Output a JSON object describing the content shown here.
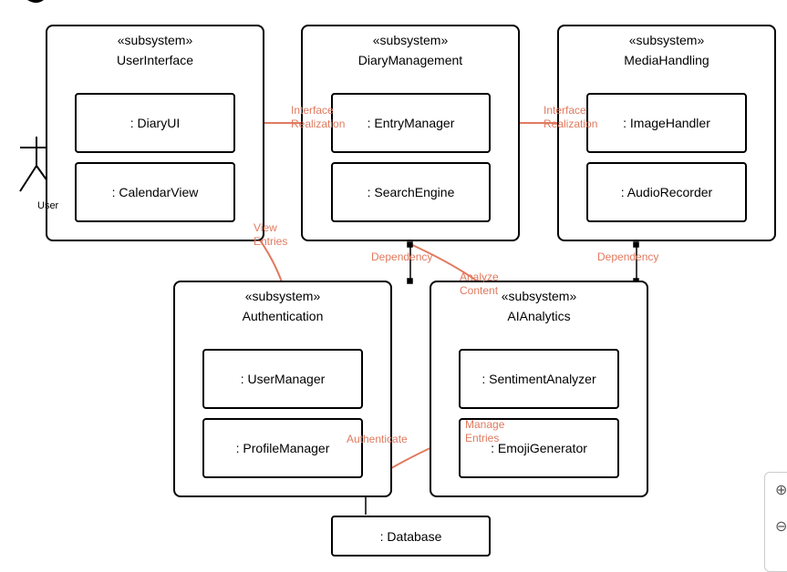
{
  "subsystems": {
    "user_interface": {
      "stereotype": "«subsystem»",
      "name": "UserInterface"
    },
    "diary_management": {
      "stereotype": "«subsystem»",
      "name": "DiaryManagement"
    },
    "media_handling": {
      "stereotype": "«subsystem»",
      "name": "MediaHandling"
    },
    "authentication": {
      "stereotype": "«subsystem»",
      "name": "Authentication"
    },
    "ai_analytics": {
      "stereotype": "«subsystem»",
      "name": "AIAnalytics"
    }
  },
  "components": {
    "diary_ui": ": DiaryUI",
    "calendar_view": ": CalendarView",
    "entry_manager": ": EntryManager",
    "search_engine": ": SearchEngine",
    "image_handler": ": ImageHandler",
    "audio_recorder": ": AudioRecorder",
    "user_manager": ": UserManager",
    "profile_manager": ": ProfileManager",
    "sentiment_analyzer": ": SentimentAnalyzer",
    "emoji_generator": ": EmojiGenerator",
    "database": ": Database"
  },
  "actor": {
    "label": "User"
  },
  "connectors": {
    "interface_realization_1": [
      "Interface",
      "Realization"
    ],
    "interface_realization_2": [
      "Interface",
      "Realization"
    ],
    "view_entries": [
      "View",
      "Entries"
    ],
    "dependency_1": "Dependency",
    "dependency_2": "Dependency",
    "analyze_content": [
      "Analyze",
      "Content"
    ],
    "authenticate": "Authenticate",
    "manage_entries": [
      "Manage",
      "Entries"
    ]
  },
  "colors": {
    "connector": "#e07a5f",
    "border": "#000000"
  },
  "zoom_controls": {
    "zoom_in": "⊕",
    "zoom_out": "⊖"
  }
}
